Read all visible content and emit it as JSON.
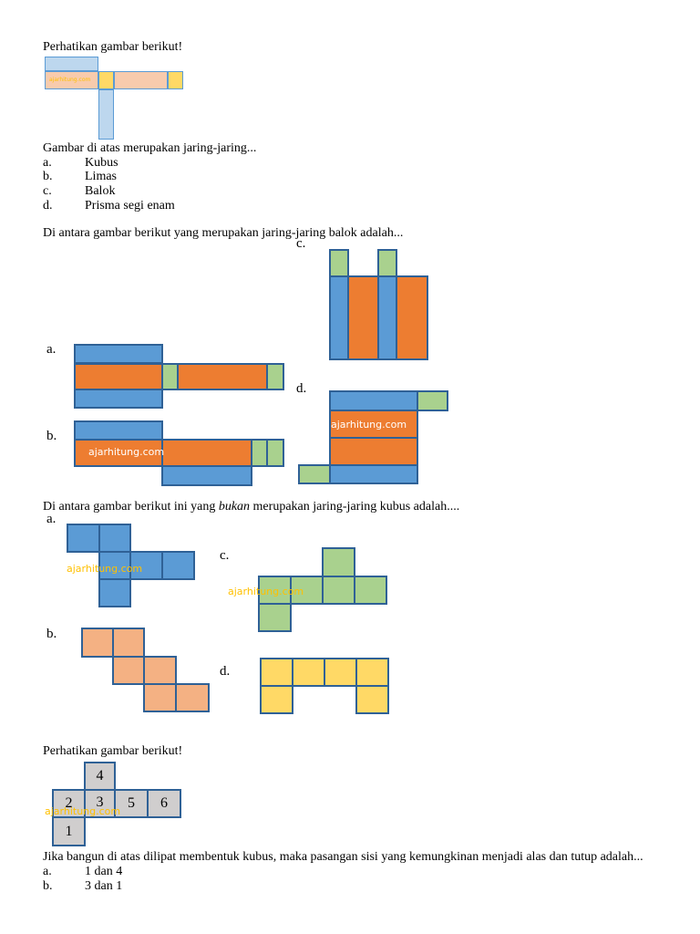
{
  "q1": {
    "intro": "Perhatikan gambar berikut!",
    "figure_watermark": "ajarhitung.com",
    "question": "Gambar di atas merupakan jaring-jaring...",
    "options": [
      {
        "letter": "a.",
        "text": "Kubus"
      },
      {
        "letter": "b.",
        "text": "Limas"
      },
      {
        "letter": "c.",
        "text": "Balok"
      },
      {
        "letter": "d.",
        "text": "Prisma segi enam"
      }
    ]
  },
  "q2": {
    "question": "Di antara gambar berikut yang merupakan jaring-jaring balok adalah...",
    "labels": {
      "a": "a.",
      "b": "b.",
      "c": "c.",
      "d": "d."
    },
    "watermark_b": "ajarhitung.com",
    "watermark_d": "ajarhitung.com"
  },
  "q3": {
    "question_before": "Di antara gambar berikut ini yang ",
    "question_emphasis": "bukan",
    "question_after": " merupakan jaring-jaring kubus adalah....",
    "labels": {
      "a": "a.",
      "b": "b.",
      "c": "c.",
      "d": "d."
    },
    "watermark_a": "ajarhitung.com",
    "watermark_c": "ajarhitung.com"
  },
  "q4": {
    "intro": "Perhatikan gambar berikut!",
    "faces": [
      "4",
      "2",
      "3",
      "5",
      "6",
      "1"
    ],
    "watermark": "ajarhitung.com",
    "question": "Jika bangun di atas dilipat membentuk kubus, maka pasangan sisi yang kemungkinan menjadi alas dan tutup adalah...",
    "options": [
      {
        "letter": "a.",
        "text": "1 dan 4"
      },
      {
        "letter": "b.",
        "text": "3 dan 1"
      }
    ]
  },
  "colors": {
    "blue": "#5b9bd5",
    "orange": "#ed7d31",
    "green": "#a9d18e",
    "salmon": "#f4b183",
    "yellow": "#ffd966",
    "grey": "#d0cece",
    "outline": "#2f6196",
    "watermark": "#ffc000"
  }
}
